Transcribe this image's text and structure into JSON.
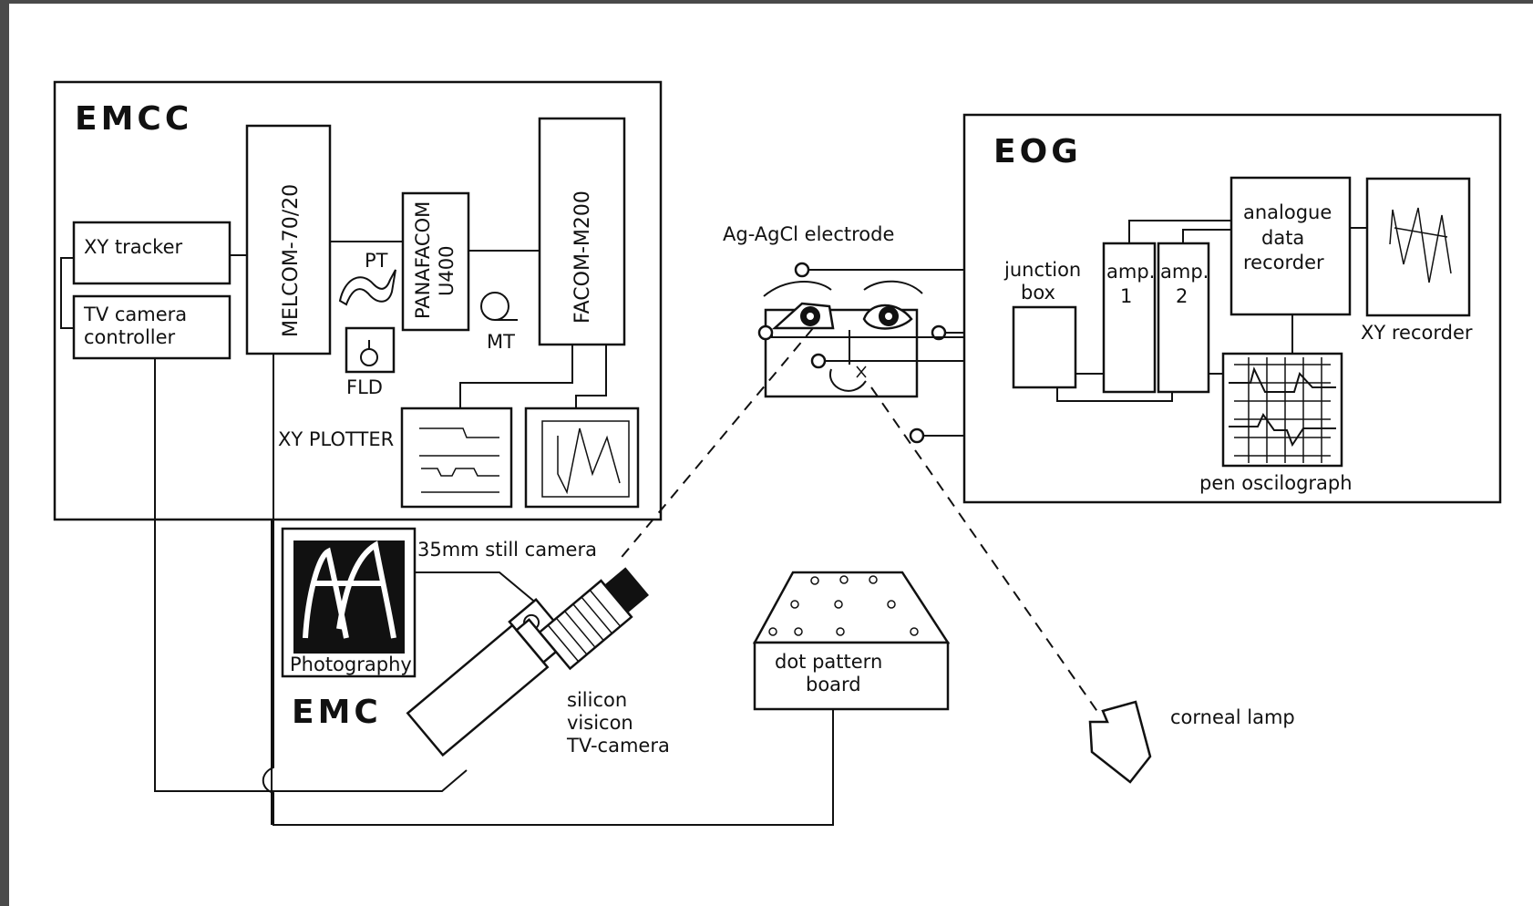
{
  "diagram": {
    "groups": {
      "emcc": "EMCC",
      "emc": "EMC",
      "eog": "EOG"
    },
    "emcc": {
      "xy_tracker": "XY tracker",
      "tv_camera_controller_1": "TV camera",
      "tv_camera_controller_2": "controller",
      "melcom": "MELCOM-70/20",
      "pt": "PT",
      "fld": "FLD",
      "panafacom_1": "PANAFACOM",
      "panafacom_2": "U400",
      "mt": "MT",
      "facom": "FACOM-M200",
      "xy_plotter": "XY PLOTTER"
    },
    "emc": {
      "still_camera": "35mm still camera",
      "photography": "Photography",
      "tv_camera_1": "silicon",
      "tv_camera_2": "visicon",
      "tv_camera_3": "TV-camera"
    },
    "center": {
      "electrode": "Ag-AgCl electrode",
      "dot_board_1": "dot pattern",
      "dot_board_2": "board",
      "corneal_lamp": "corneal lamp"
    },
    "eog": {
      "junction_1": "junction",
      "junction_2": "box",
      "amp1_1": "amp.",
      "amp1_2": "1",
      "amp2_1": "amp.",
      "amp2_2": "2",
      "recorder_1": "analogue",
      "recorder_2": "data",
      "recorder_3": "recorder",
      "xy_recorder": "XY recorder",
      "pen_oscilograph": "pen oscilograph"
    }
  }
}
